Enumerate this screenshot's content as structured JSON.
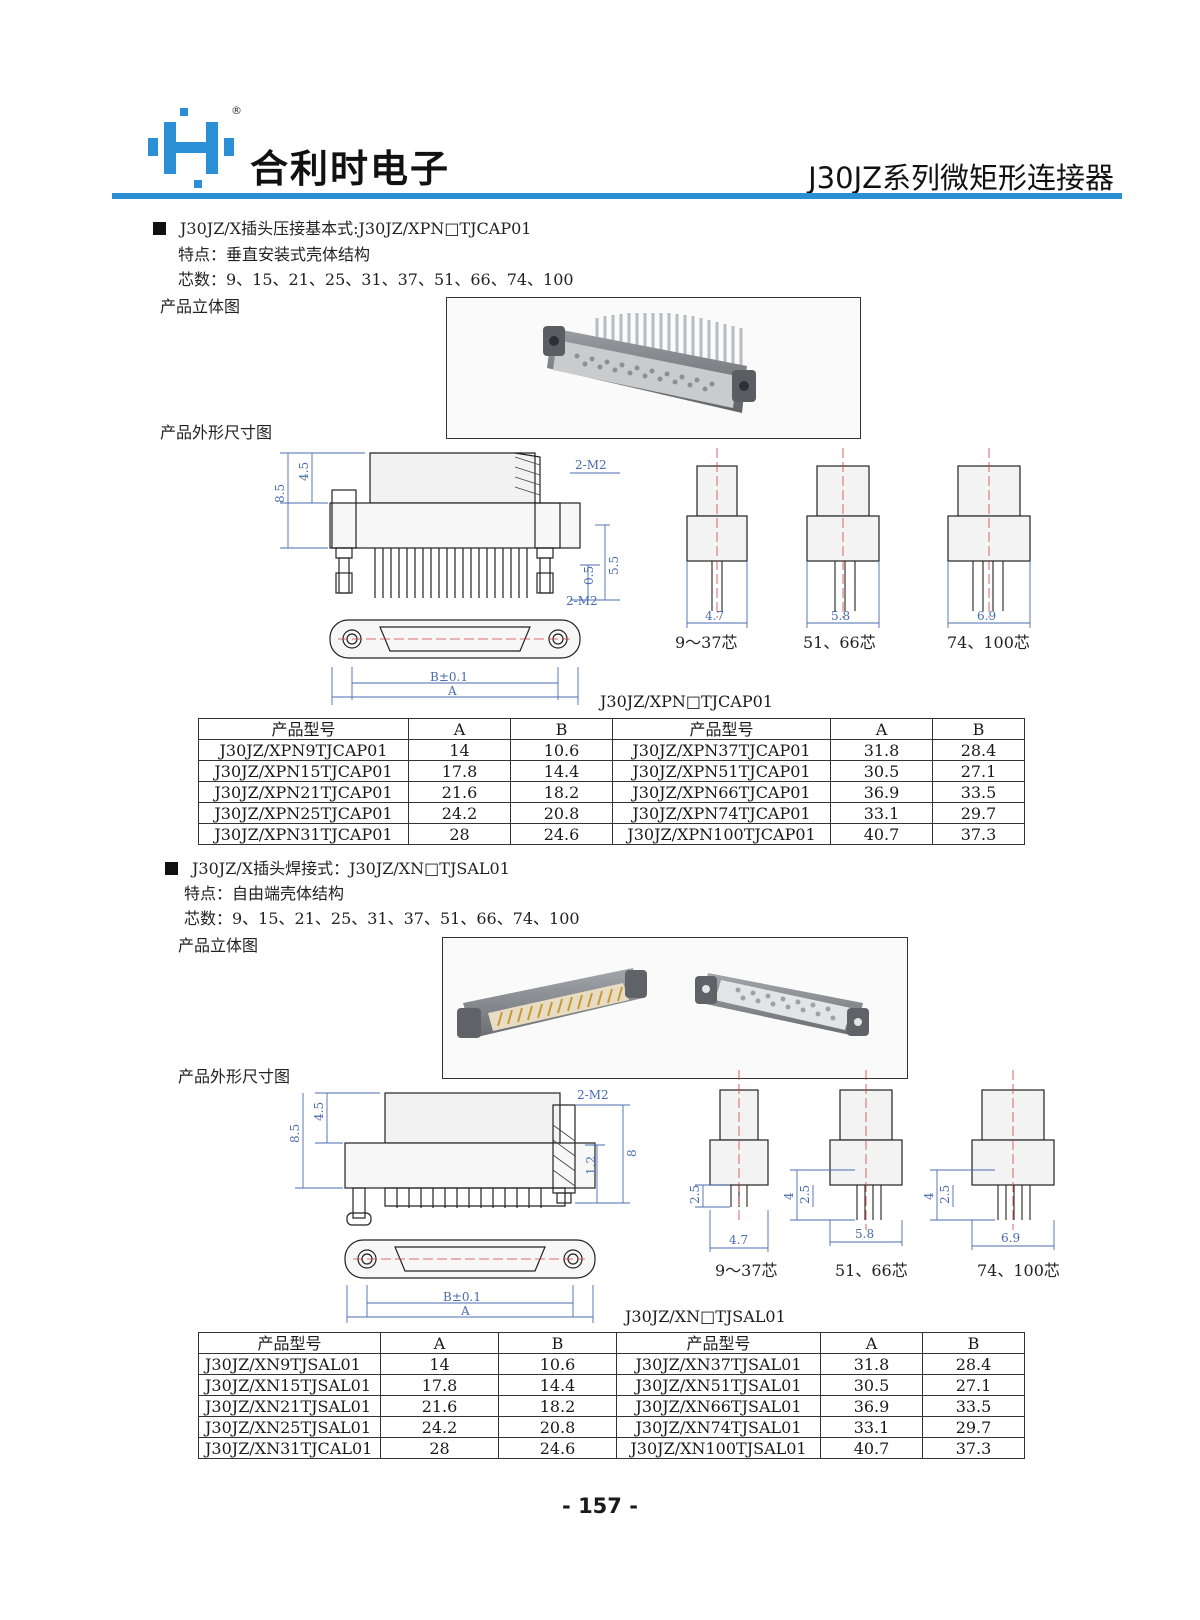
{
  "header": {
    "brand": "合利时电子",
    "registered": "®",
    "series_title": "J30JZ系列微矩形连接器",
    "accent_color": "#2b8fd6"
  },
  "section1": {
    "heading": "J30JZ/X插头压接基本式:J30JZ/XPN□TJCAP01",
    "feature": "特点：垂直安装式壳体结构",
    "cores": "芯数：9、15、21、25、31、37、51、66、74、100",
    "photo_label": "产品立体图",
    "dim_label": "产品外形尺寸图",
    "dims": {
      "d45": "4.5",
      "d85": "8.5",
      "m2_top": "2-M2",
      "m2_bottom": "2-M2",
      "d55": "5.5",
      "d05": "0.5",
      "b": "B±0.1",
      "a": "A"
    },
    "pin_views": [
      {
        "width": "4.7",
        "label": "9～37芯"
      },
      {
        "width": "5.8",
        "label": "51、66芯"
      },
      {
        "width": "6.9",
        "label": "74、100芯"
      }
    ],
    "table_caption": "J30JZ/XPN□TJCAP01",
    "table": {
      "headers": [
        "产品型号",
        "A",
        "B",
        "产品型号",
        "A",
        "B"
      ],
      "rows": [
        [
          "J30JZ/XPN9TJCAP01",
          "14",
          "10.6",
          "J30JZ/XPN37TJCAP01",
          "31.8",
          "28.4"
        ],
        [
          "J30JZ/XPN15TJCAP01",
          "17.8",
          "14.4",
          "J30JZ/XPN51TJCAP01",
          "30.5",
          "27.1"
        ],
        [
          "J30JZ/XPN21TJCAP01",
          "21.6",
          "18.2",
          "J30JZ/XPN66TJCAP01",
          "36.9",
          "33.5"
        ],
        [
          "J30JZ/XPN25TJCAP01",
          "24.2",
          "20.8",
          "J30JZ/XPN74TJCAP01",
          "33.1",
          "29.7"
        ],
        [
          "J30JZ/XPN31TJCAP01",
          "28",
          "24.6",
          "J30JZ/XPN100TJCAP01",
          "40.7",
          "37.3"
        ]
      ]
    }
  },
  "section2": {
    "heading": "J30JZ/X插头焊接式：J30JZ/XN□TJSAL01",
    "feature": "特点：自由端壳体结构",
    "cores": "芯数：9、15、21、25、31、37、51、66、74、100",
    "photo_label": "产品立体图",
    "dim_label": "产品外形尺寸图",
    "dims": {
      "d45": "4.5",
      "d85": "8.5",
      "m2": "2-M2",
      "d12": "1.2",
      "d8": "8",
      "b": "B±0.1",
      "a": "A"
    },
    "pin_views": [
      {
        "width": "4.7",
        "label": "9～37芯",
        "h1": "2.5"
      },
      {
        "width": "5.8",
        "label": "51、66芯",
        "h1": "2.5",
        "h2": "4"
      },
      {
        "width": "6.9",
        "label": "74、100芯",
        "h1": "2.5",
        "h2": "4"
      }
    ],
    "table_caption": "J30JZ/XN□TJSAL01",
    "table": {
      "headers": [
        "产品型号",
        "A",
        "B",
        "产品型号",
        "A",
        "B"
      ],
      "rows": [
        [
          "J30JZ/XN9TJSAL01",
          "14",
          "10.6",
          "J30JZ/XN37TJSAL01",
          "31.8",
          "28.4"
        ],
        [
          "J30JZ/XN15TJSAL01",
          "17.8",
          "14.4",
          "J30JZ/XN51TJSAL01",
          "30.5",
          "27.1"
        ],
        [
          "J30JZ/XN21TJSAL01",
          "21.6",
          "18.2",
          "J30JZ/XN66TJSAL01",
          "36.9",
          "33.5"
        ],
        [
          "J30JZ/XN25TJSAL01",
          "24.2",
          "20.8",
          "J30JZ/XN74TJSAL01",
          "33.1",
          "29.7"
        ],
        [
          "J30JZ/XN31TJCAL01",
          "28",
          "24.6",
          "J30JZ/XN100TJSAL01",
          "40.7",
          "37.3"
        ]
      ]
    }
  },
  "footer": {
    "page_number": "- 157 -"
  }
}
